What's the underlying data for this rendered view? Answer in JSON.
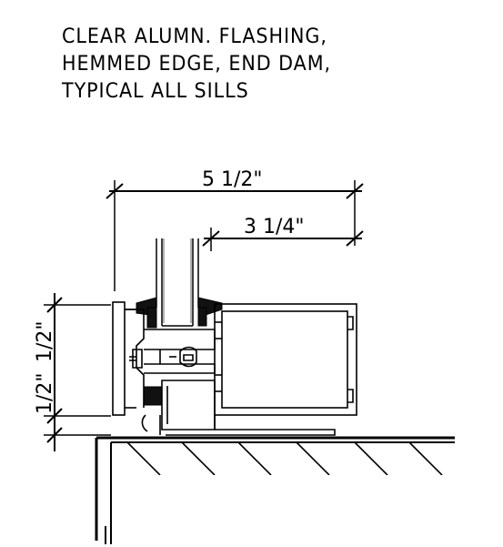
{
  "note": {
    "lines": [
      "CLEAR ALUMN. FLASHING,",
      "HEMMED EDGE, END DAM,",
      "TYPICAL ALL SILLS"
    ]
  },
  "dimensions": {
    "overall_width": "5 1/2\"",
    "frame_depth": "3 1/4\"",
    "vertical_a": "1/2\"",
    "vertical_b": "1/2\""
  }
}
